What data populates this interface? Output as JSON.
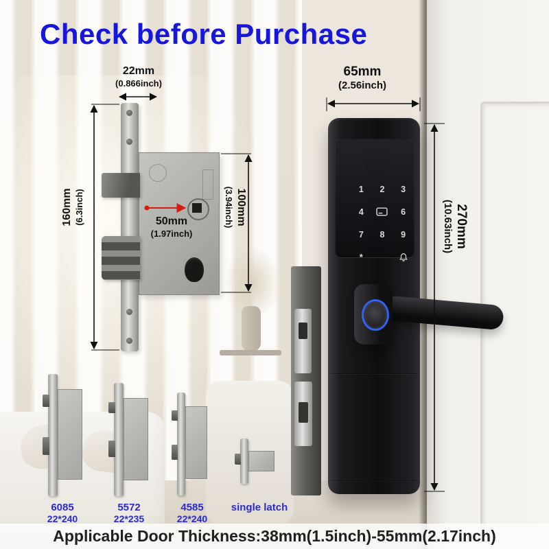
{
  "title": "Check before Purchase",
  "mortise": {
    "width": "22mm",
    "width_in": "(0.866inch)",
    "height": "160mm",
    "height_in": "(6.3inch)",
    "backset": "50mm",
    "backset_in": "(1.97inch)",
    "body_height": "100mm",
    "body_height_in": "(3.94inch)"
  },
  "smart_lock": {
    "width": "65mm",
    "width_in": "(2.56inch)",
    "height": "270mm",
    "height_in": "(10.63inch)",
    "keypad_keys": [
      "1",
      "2",
      "3",
      "4",
      "6",
      "7",
      "8",
      "9",
      "*"
    ]
  },
  "variants": [
    {
      "name": "6085",
      "size": "22*240"
    },
    {
      "name": "5572",
      "size": "22*235"
    },
    {
      "name": "4585",
      "size": "22*240"
    },
    {
      "name": "single latch",
      "size": ""
    }
  ],
  "footer": "Applicable Door Thickness:38mm(1.5inch)-55mm(2.17inch)",
  "colors": {
    "title_blue": "#1616dd",
    "label_blue": "#2a2ad0",
    "accent_red": "#d41d12",
    "fingerprint_ring": "#2f62f5"
  }
}
